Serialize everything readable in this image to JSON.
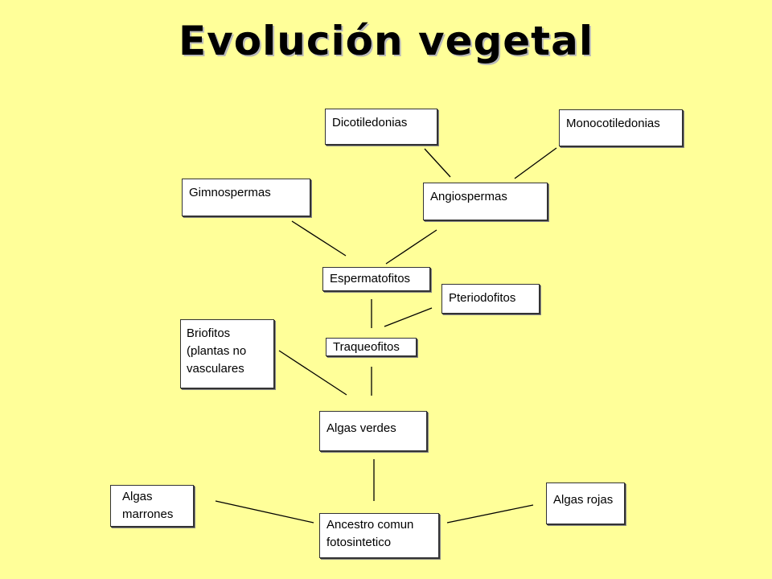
{
  "title": "Evolución vegetal",
  "nodes": {
    "dicotiledonias": "Dicotiledonias",
    "monocotiledonias": "Monocotiledonias",
    "gimnospermas": "Gimnospermas",
    "angiospermas": "Angiospermas",
    "espermatofitos": "Espermatofitos",
    "pteriodofitos": "Pteriodofitos",
    "briofitos": [
      "Briofitos",
      "(plantas no",
      "vasculares"
    ],
    "traqueofitos": "Traqueofitos",
    "algas_verdes": "Algas verdes",
    "algas_marrones": [
      "Algas",
      "marrones"
    ],
    "algas_rojas": "Algas rojas",
    "ancestro": [
      "Ancestro comun",
      "fotosintetico"
    ]
  }
}
